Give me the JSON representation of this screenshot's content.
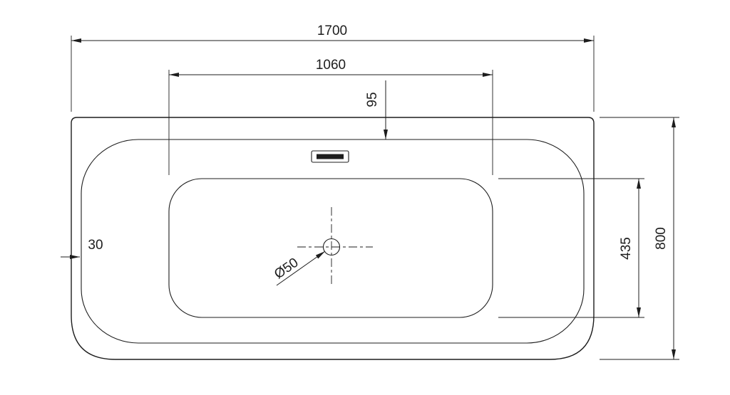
{
  "drawing": {
    "name": "Bathtub top view technical drawing",
    "labels": {
      "overall_width": "1700",
      "basin_width": "1060",
      "overflow_offset": "95",
      "overall_depth": "800",
      "basin_depth": "435",
      "rim_offset": "30",
      "drain_diameter": "Ø50"
    },
    "colors": {
      "line": "#1d1d1d",
      "background": "#ffffff"
    }
  }
}
